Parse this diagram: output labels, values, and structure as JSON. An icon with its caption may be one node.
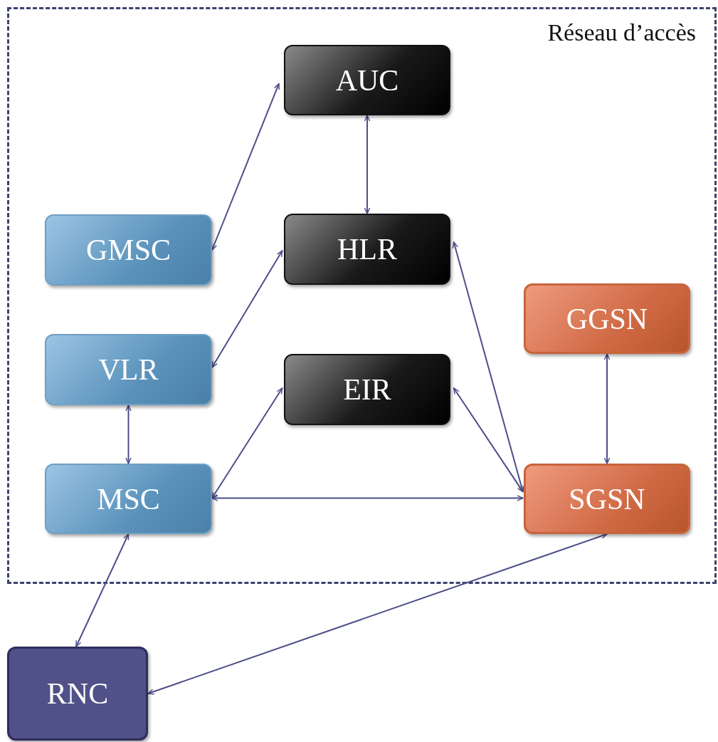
{
  "diagram": {
    "nodes": [
      {
        "text": [
          "Réseau d’accès"
        ]
      },
      {
        "text": [
          "AUC"
        ],
        "in": 0
      },
      {
        "text": [
          "GMSC"
        ],
        "in": 0
      },
      {
        "text": [
          "HLR"
        ],
        "in": 0
      },
      {
        "text": [
          "GGSN"
        ],
        "in": 0
      },
      {
        "text": [
          "VLR"
        ],
        "in": 0
      },
      {
        "text": [
          "EIR"
        ],
        "in": 0
      },
      {
        "text": [
          "MSC"
        ],
        "in": 0
      },
      {
        "text": [
          "SGSN"
        ],
        "in": 0
      },
      {
        "text": [
          "RNC"
        ]
      }
    ],
    "edges": [
      {
        "from": 1,
        "to": 2,
        "arrow": "both"
      },
      {
        "from": 1,
        "to": 3,
        "arrow": "both"
      },
      {
        "from": 3,
        "to": 5,
        "arrow": "both"
      },
      {
        "from": 3,
        "to": 8,
        "arrow": "both"
      },
      {
        "from": 5,
        "to": 7,
        "arrow": "both"
      },
      {
        "from": 7,
        "to": 6,
        "arrow": "both"
      },
      {
        "from": 6,
        "to": 8,
        "arrow": "both"
      },
      {
        "from": 7,
        "to": 8,
        "arrow": "both"
      },
      {
        "from": 4,
        "to": 8,
        "arrow": "both"
      },
      {
        "from": 7,
        "to": 9,
        "arrow": "both"
      },
      {
        "from": 8,
        "to": 9,
        "arrow": "both"
      }
    ]
  }
}
